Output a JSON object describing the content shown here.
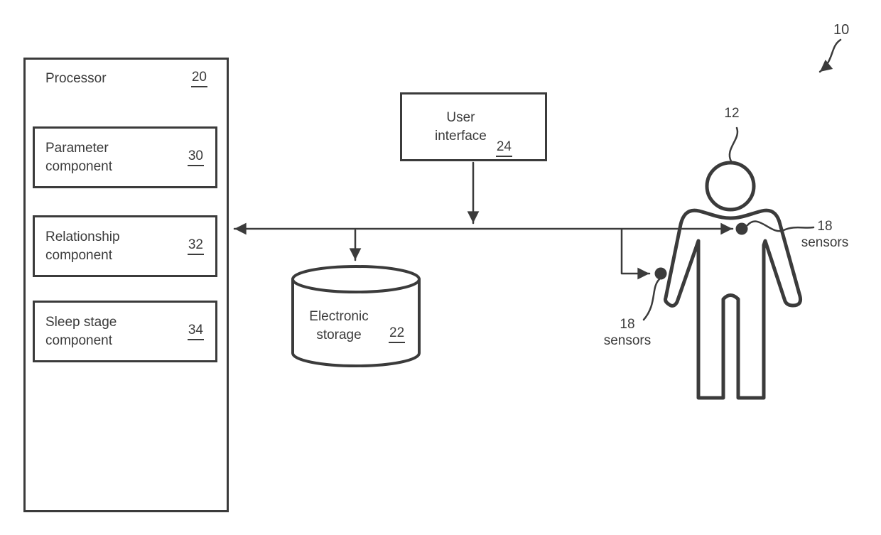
{
  "colors": {
    "ink": "#3b3b3b",
    "background": "#ffffff"
  },
  "labels": {
    "system_ref": "10",
    "subject_ref": "12",
    "sensors_left": {
      "ref": "18",
      "text": "sensors"
    },
    "sensors_right": {
      "ref": "18",
      "text": "sensors"
    }
  },
  "processor": {
    "title": "Processor",
    "number": "20",
    "components": [
      {
        "line1": "Parameter",
        "line2": "component",
        "number": "30"
      },
      {
        "line1": "Relationship",
        "line2": "component",
        "number": "32"
      },
      {
        "line1": "Sleep stage",
        "line2": "component",
        "number": "34"
      }
    ]
  },
  "user_interface": {
    "line1": "User",
    "line2": "interface",
    "number": "24"
  },
  "electronic_storage": {
    "line1": "Electronic",
    "line2": "storage",
    "number": "22"
  }
}
